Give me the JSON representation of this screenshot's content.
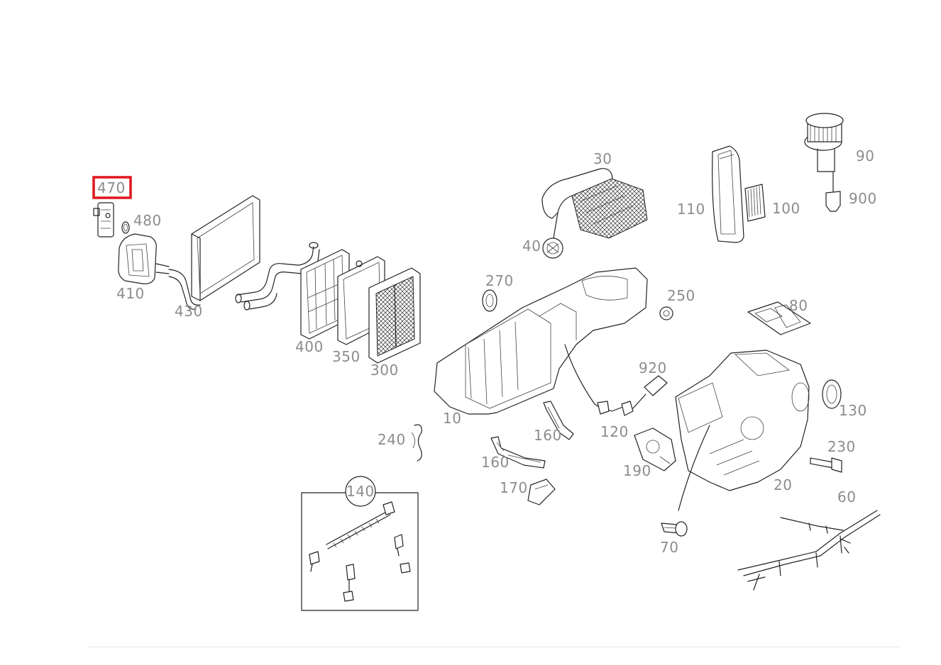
{
  "diagram": {
    "highlight_color": "#e0161e",
    "label_color": "#8c8c8c",
    "selected_part": "470",
    "parts": [
      {
        "id": "470",
        "label": "470"
      },
      {
        "id": "480",
        "label": "480"
      },
      {
        "id": "410",
        "label": "410"
      },
      {
        "id": "430",
        "label": "430"
      },
      {
        "id": "400",
        "label": "400"
      },
      {
        "id": "350",
        "label": "350"
      },
      {
        "id": "300",
        "label": "300"
      },
      {
        "id": "30",
        "label": "30"
      },
      {
        "id": "40",
        "label": "40"
      },
      {
        "id": "110",
        "label": "110"
      },
      {
        "id": "100",
        "label": "100"
      },
      {
        "id": "90",
        "label": "90"
      },
      {
        "id": "900",
        "label": "900"
      },
      {
        "id": "270",
        "label": "270"
      },
      {
        "id": "250",
        "label": "250"
      },
      {
        "id": "80",
        "label": "80"
      },
      {
        "id": "920",
        "label": "920"
      },
      {
        "id": "10",
        "label": "10"
      },
      {
        "id": "240",
        "label": "240"
      },
      {
        "id": "160a",
        "label": "160"
      },
      {
        "id": "160b",
        "label": "160"
      },
      {
        "id": "120",
        "label": "120"
      },
      {
        "id": "130",
        "label": "130"
      },
      {
        "id": "230",
        "label": "230"
      },
      {
        "id": "190",
        "label": "190"
      },
      {
        "id": "20",
        "label": "20"
      },
      {
        "id": "170",
        "label": "170"
      },
      {
        "id": "140",
        "label": "140"
      },
      {
        "id": "60",
        "label": "60"
      },
      {
        "id": "70",
        "label": "70"
      }
    ]
  }
}
